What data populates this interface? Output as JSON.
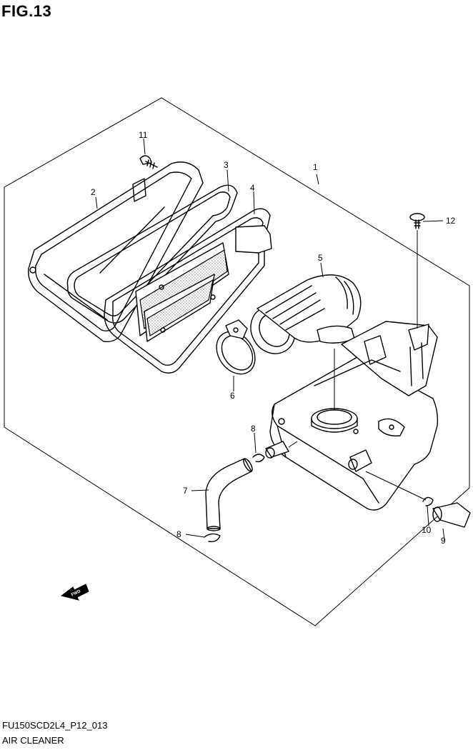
{
  "figure": {
    "title": "FIG.13"
  },
  "callouts": [
    {
      "number": "1"
    },
    {
      "number": "2"
    },
    {
      "number": "3"
    },
    {
      "number": "4"
    },
    {
      "number": "5"
    },
    {
      "number": "6"
    },
    {
      "number": "7"
    },
    {
      "number": "8"
    },
    {
      "number": "8"
    },
    {
      "number": "9"
    },
    {
      "number": "10"
    },
    {
      "number": "11"
    },
    {
      "number": "12"
    }
  ],
  "fwd_arrow": {
    "label": "FWD"
  },
  "footer": {
    "code": "FU150SCD2L4_P12_013",
    "title": "AIR CLEANER"
  }
}
